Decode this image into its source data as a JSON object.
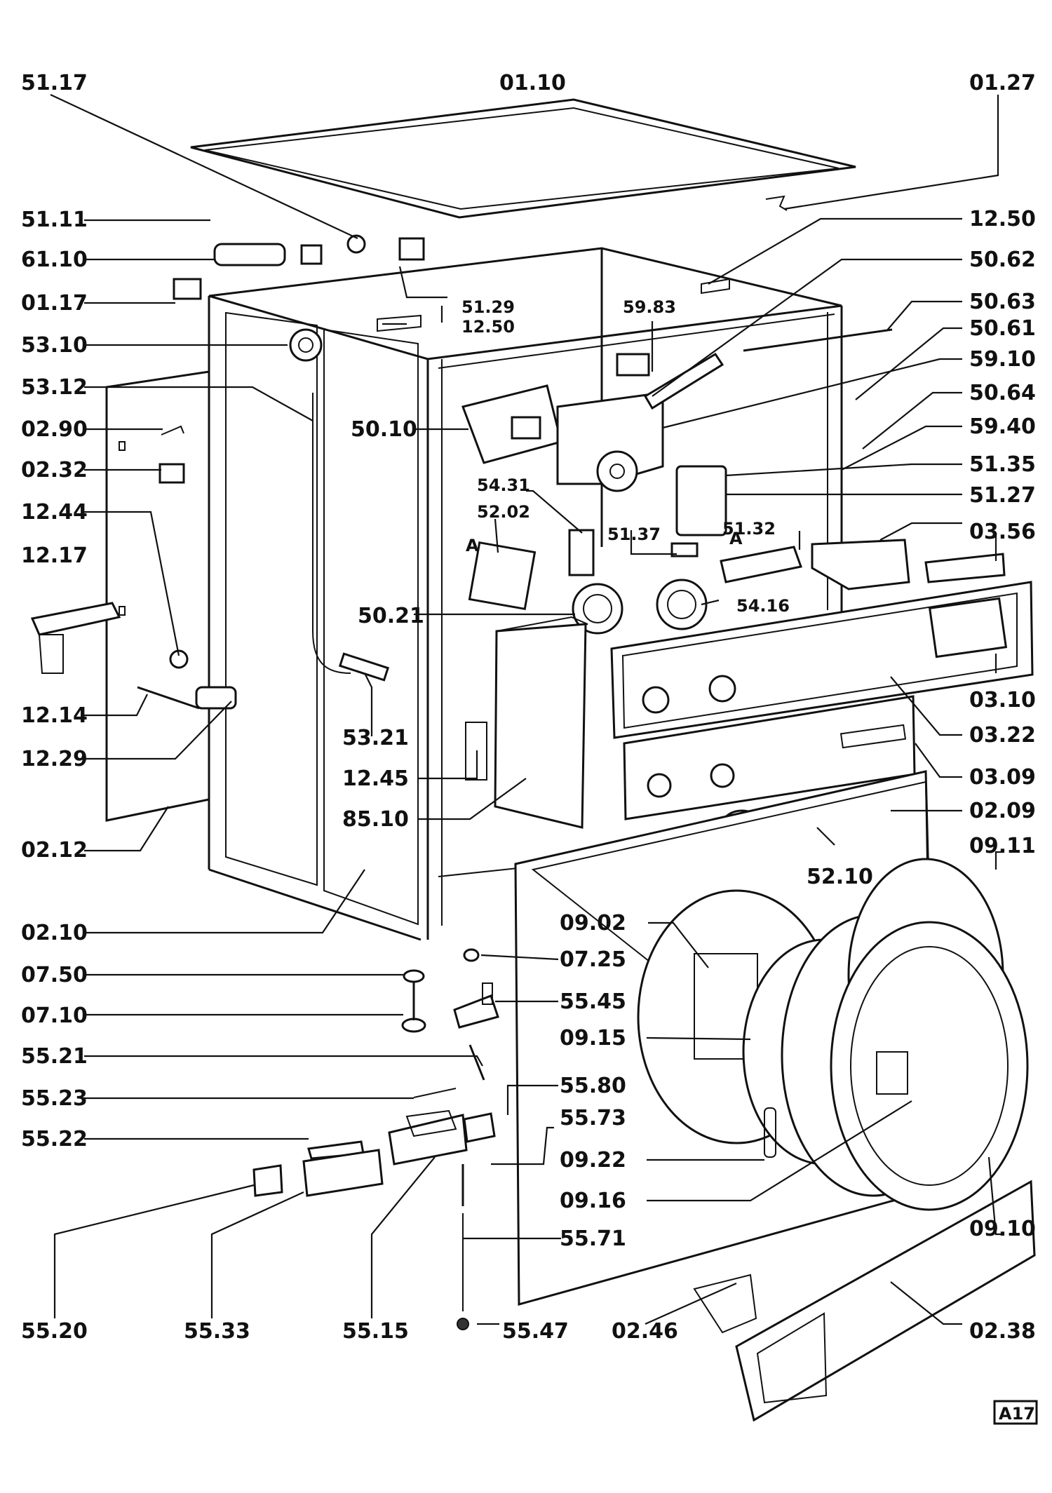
{
  "labels": {
    "l_51_17": "51.17",
    "l_01_10": "01.10",
    "l_01_27": "01.27",
    "l_51_11": "51.11",
    "l_61_10": "61.10",
    "l_01_17": "01.17",
    "l_53_10": "53.10",
    "l_53_12": "53.12",
    "l_02_90": "02.90",
    "l_02_32": "02.32",
    "l_12_44": "12.44",
    "l_12_17": "12.17",
    "l_12_14": "12.14",
    "l_12_29": "12.29",
    "l_02_12": "02.12",
    "l_02_10": "02.10",
    "l_07_50": "07.50",
    "l_07_10": "07.10",
    "l_55_21": "55.21",
    "l_55_23": "55.23",
    "l_55_22": "55.22",
    "l_55_20": "55.20",
    "l_55_33": "55.33",
    "l_55_15": "55.15",
    "l_55_47": "55.47",
    "l_55_71": "55.71",
    "l_55_73": "55.73",
    "l_55_80": "55.80",
    "l_55_45": "55.45",
    "l_07_25": "07.25",
    "l_51_29": "51.29",
    "l_12_50a": "12.50",
    "l_12_50b": "12.50",
    "l_59_83": "59.83",
    "l_50_10": "50.10",
    "l_54_31": "54.31",
    "l_52_02": "52.02",
    "l_51_37": "51.37",
    "l_51_32": "51.32",
    "l_50_21": "50.21",
    "l_54_16": "54.16",
    "l_53_21": "53.21",
    "l_12_45": "12.45",
    "l_85_10": "85.10",
    "l_50_62": "50.62",
    "l_50_63": "50.63",
    "l_50_61": "50.61",
    "l_59_10": "59.10",
    "l_50_64": "50.64",
    "l_59_40": "59.40",
    "l_51_35": "51.35",
    "l_51_27": "51.27",
    "l_03_56": "03.56",
    "l_03_10": "03.10",
    "l_03_22": "03.22",
    "l_03_09": "03.09",
    "l_02_09": "02.09",
    "l_09_11": "09.11",
    "l_52_10": "52.10",
    "l_09_02": "09.02",
    "l_09_15": "09.15",
    "l_09_22": "09.22",
    "l_09_16": "09.16",
    "l_09_10": "09.10",
    "l_02_46": "02.46",
    "l_02_38": "02.38",
    "marker_a1": "A",
    "marker_a2": "A",
    "page_tag": "A17"
  }
}
